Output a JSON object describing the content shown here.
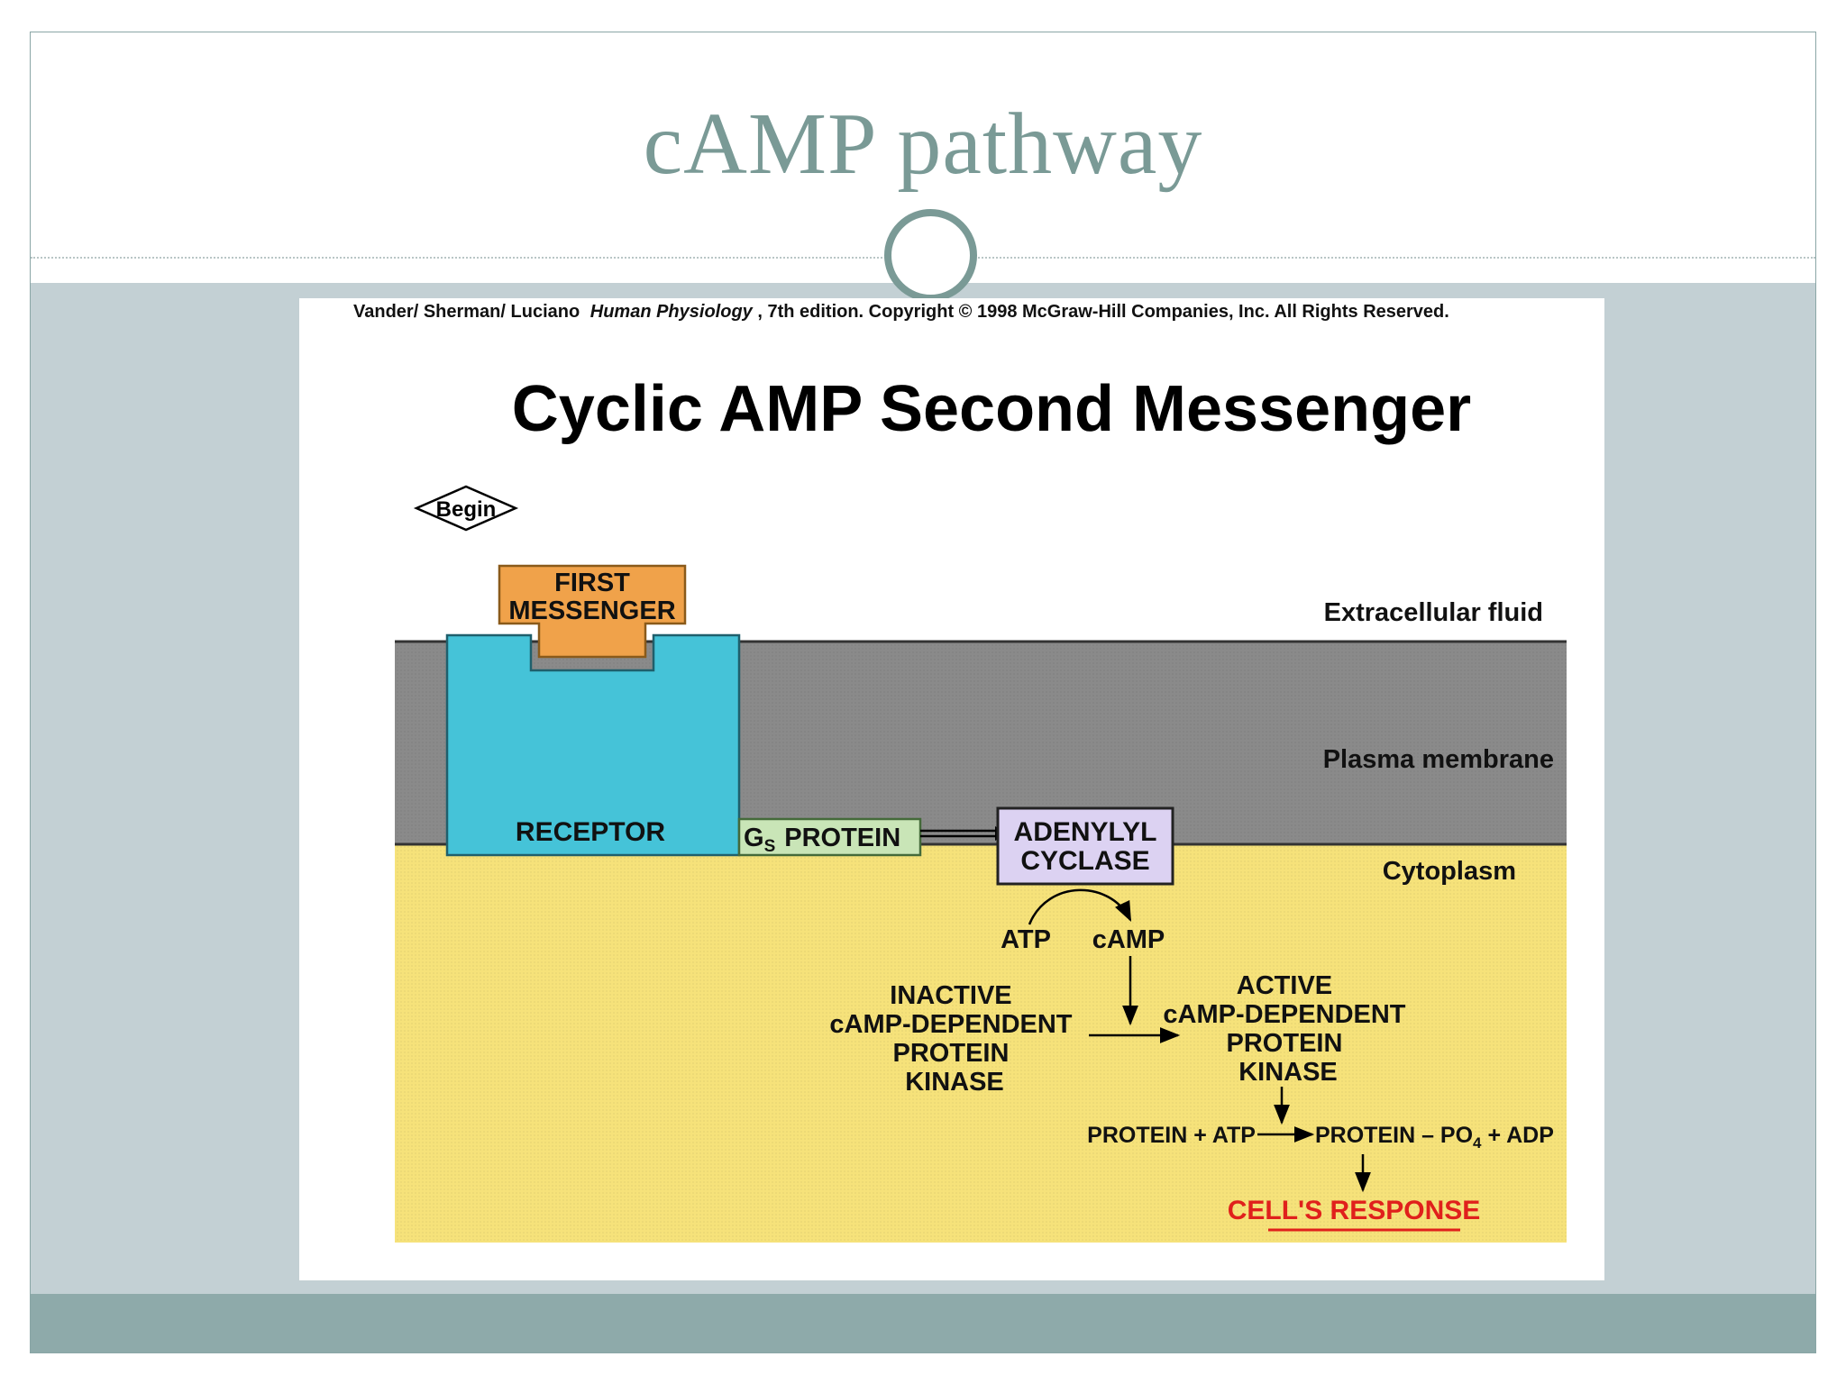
{
  "slide": {
    "title": "cAMP pathway",
    "colors": {
      "title": "#7a9a96",
      "content_background": "#c3d0d4",
      "footer": "#8eaaaa"
    }
  },
  "figure": {
    "credit_authors": "Vander/ Sherman/ Luciano",
    "credit_book": "Human Physiology",
    "credit_rest": ", 7th edition. Copyright © 1998 McGraw-Hill Companies, Inc. All Rights Reserved.",
    "title": "Cyclic AMP Second Messenger",
    "begin": "Begin",
    "first_messenger_line1": "FIRST",
    "first_messenger_line2": "MESSENGER",
    "extracellular": "Extracellular fluid",
    "plasma_membrane": "Plasma membrane",
    "cytoplasm": "Cytoplasm",
    "receptor": "RECEPTOR",
    "gs_g": "G",
    "gs_sub": "S",
    "gs_protein": "PROTEIN",
    "adenylyl": "ADENYLYL",
    "cyclase": "CYCLASE",
    "atp": "ATP",
    "camp": "cAMP",
    "inactive": [
      "INACTIVE",
      "cAMP-DEPENDENT",
      "PROTEIN",
      "KINASE"
    ],
    "active": [
      "ACTIVE",
      "cAMP-DEPENDENT",
      "PROTEIN",
      "KINASE"
    ],
    "reaction_left": "PROTEIN + ATP",
    "reaction_right_a": "PROTEIN – PO",
    "reaction_sub": "4",
    "reaction_right_b": " + ADP",
    "cell_response": "CELL'S RESPONSE",
    "colors": {
      "extracellular": "#ffffff",
      "membrane": "#8a8a8a",
      "cytoplasm": "#f6e27a",
      "receptor": "#45c3d8",
      "first_messenger": "#f0a24a",
      "gs_protein": "#c9e5b7",
      "adenylyl_cyclase": "#dcd2f2",
      "cell_response": "#e0201c"
    }
  }
}
